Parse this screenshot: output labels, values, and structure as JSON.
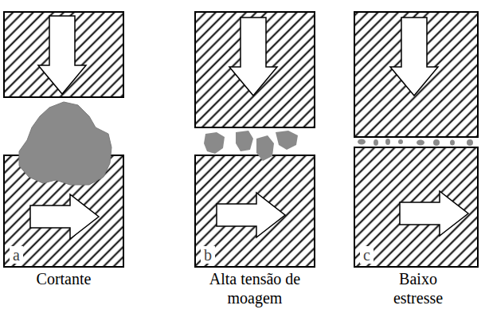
{
  "diagram": {
    "labels": [
      "a",
      "Cortante",
      "b",
      "Alta tensão de moagem",
      "c",
      "Baixo estresse"
    ]
  }
}
